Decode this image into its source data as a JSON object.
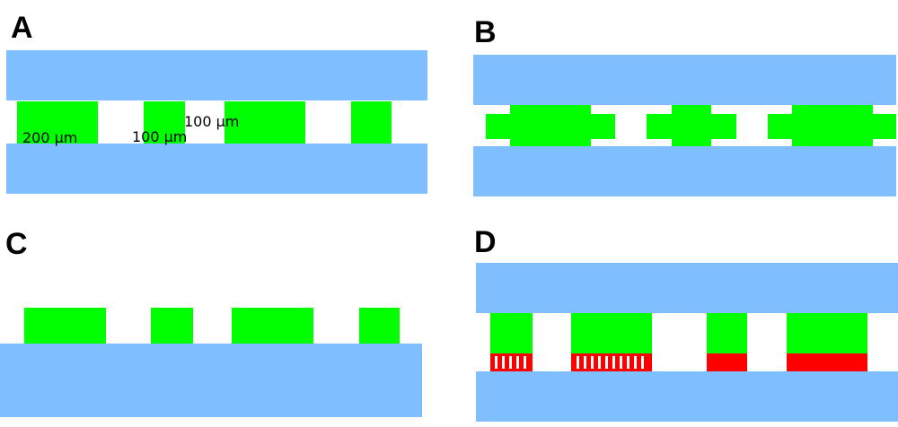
{
  "colors": {
    "substrate": "#80bfff",
    "pillar": "#00ff00",
    "bond": "#ff0000",
    "background": "#ffffff"
  },
  "panels": [
    {
      "id": "A",
      "label": "A",
      "dimensions": [
        "200 µm",
        "100 µm",
        "100 µm"
      ]
    },
    {
      "id": "B",
      "label": "B"
    },
    {
      "id": "C",
      "label": "C"
    },
    {
      "id": "D",
      "label": "D"
    }
  ]
}
